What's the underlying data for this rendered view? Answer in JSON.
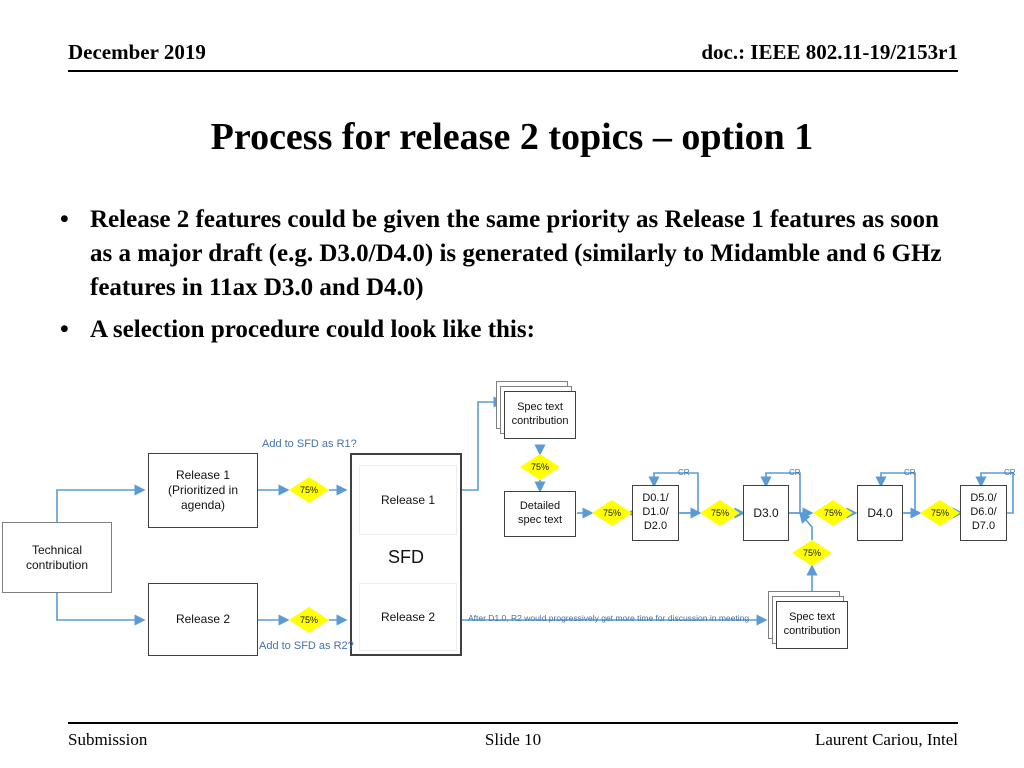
{
  "header": {
    "date": "December 2019",
    "doc": "doc.: IEEE 802.11-19/2153r1"
  },
  "title": "Process for release 2 topics – option 1",
  "bullets": [
    {
      "marker": "•",
      "text": "Release 2 features could be given the same priority as Release 1 features as soon as a major draft (e.g. D3.0/D4.0) is generated (similarly to Midamble and 6 GHz features in 11ax D3.0 and D4.0)"
    },
    {
      "marker": "•",
      "text": "A selection procedure could look like this:"
    }
  ],
  "footer": {
    "left": "Submission",
    "center": "Slide 10",
    "right": "Laurent Cariou, Intel"
  },
  "colors": {
    "connector": "#5b9bd5",
    "connector_label": "#4472a8",
    "decision_fill": "#ffff00",
    "node_border": "#7f7f7f",
    "node_border_dark": "#404040",
    "text": "#111111"
  },
  "diagram": {
    "nodes": {
      "technical_contribution": "Technical\ncontribution",
      "release1_box": "Release 1\n(Prioritized in\nagenda)",
      "release2_box": "Release 2",
      "sfd_release1": "Release 1",
      "sfd_label": "SFD",
      "sfd_release2": "Release 2",
      "spec_text_top": "Spec text\ncontribution",
      "detailed_spec_text": "Detailed\nspec text",
      "spec_text_bottom": "Spec text\ncontribution",
      "draft_d012": "D0.1/\nD1.0/\nD2.0",
      "draft_d30": "D3.0",
      "draft_d40": "D4.0",
      "draft_d567": "D5.0/\nD6.0/\nD7.0"
    },
    "decisions": [
      {
        "id": "gate-release1",
        "label": "75%"
      },
      {
        "id": "gate-release2",
        "label": "75%"
      },
      {
        "id": "gate-spec-text-top",
        "label": "75%"
      },
      {
        "id": "gate-detailed-spec",
        "label": "75%"
      },
      {
        "id": "gate-d012",
        "label": "75%"
      },
      {
        "id": "gate-d30",
        "label": "75%"
      },
      {
        "id": "gate-d40",
        "label": "75%"
      },
      {
        "id": "gate-spec-text-bottom",
        "label": "75%"
      }
    ],
    "labels": {
      "add_sfd_r1": "Add to SFD as R1?",
      "add_sfd_r2": "Add to SFD as R2?",
      "after_d10": "After D1.0, R2 would progressively get more time for discussion in meeting",
      "cr1": "CR",
      "cr2": "CR",
      "cr3": "CR",
      "cr4": "CR"
    }
  }
}
